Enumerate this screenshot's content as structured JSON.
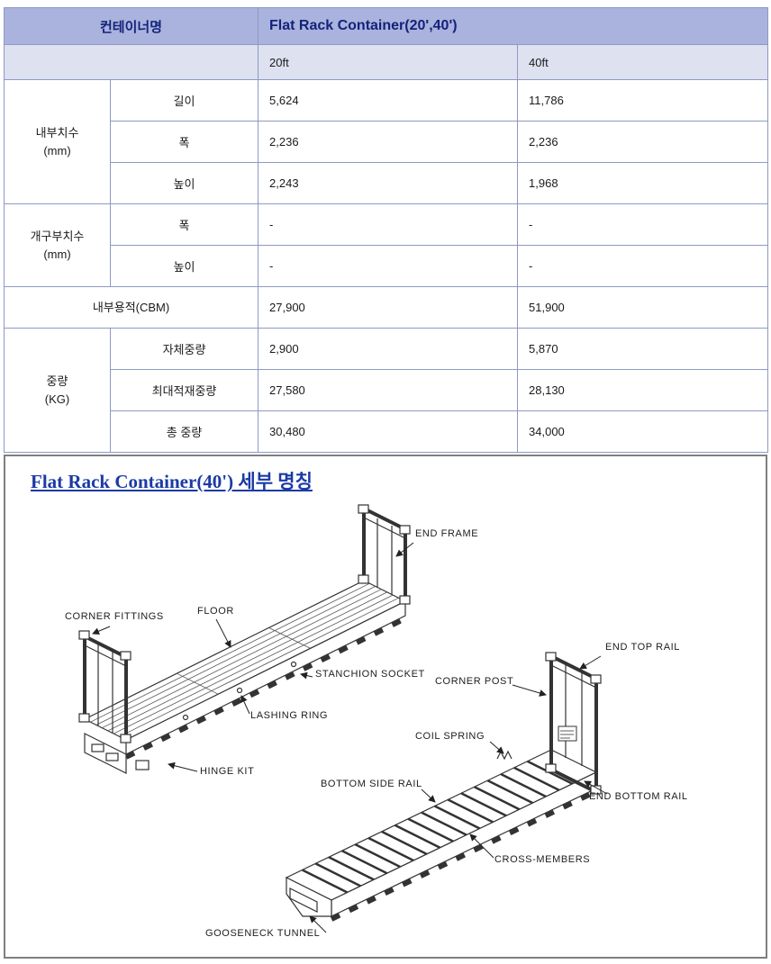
{
  "spec_table": {
    "header": {
      "label": "컨테이너명",
      "title": "Flat Rack Container(20',40')"
    },
    "columns": [
      "20ft",
      "40ft"
    ],
    "groups": [
      {
        "name": "내부치수\n(mm)",
        "rows": [
          {
            "label": "길이",
            "v20": "5,624",
            "v40": "11,786"
          },
          {
            "label": "폭",
            "v20": "2,236",
            "v40": "2,236"
          },
          {
            "label": "높이",
            "v20": "2,243",
            "v40": "1,968"
          }
        ]
      },
      {
        "name": "개구부치수\n(mm)",
        "rows": [
          {
            "label": "폭",
            "v20": "-",
            "v40": "-"
          },
          {
            "label": "높이",
            "v20": "-",
            "v40": "-"
          }
        ]
      },
      {
        "name": "내부용적(CBM)",
        "rows": [
          {
            "label": "",
            "v20": "27,900",
            "v40": "51,900"
          }
        ]
      },
      {
        "name": "중량\n(KG)",
        "rows": [
          {
            "label": "자체중량",
            "v20": "2,900",
            "v40": "5,870"
          },
          {
            "label": "최대적재중량",
            "v20": "27,580",
            "v40": "28,130"
          },
          {
            "label": "총 중량",
            "v20": "30,480",
            "v40": "34,000"
          }
        ]
      }
    ]
  },
  "diagram": {
    "title": "Flat Rack Container(40') 세부 명칭",
    "labels": [
      "END FRAME",
      "CORNER FITTINGS",
      "FLOOR",
      "STANCHION SOCKET",
      "LASHING RING",
      "HINGE KIT",
      "CORNER POST",
      "END TOP RAIL",
      "COIL SPRING",
      "BOTTOM SIDE RAIL",
      "END BOTTOM RAIL",
      "CROSS-MEMBERS",
      "GOOSENECK TUNNEL"
    ]
  },
  "colors": {
    "header_bg": "#a9b3dd",
    "subheader_bg": "#dde1f0",
    "table_border": "#8f99c2",
    "header_text": "#15227a",
    "title_text": "#1b3aa5",
    "drawing_line": "#333333"
  }
}
